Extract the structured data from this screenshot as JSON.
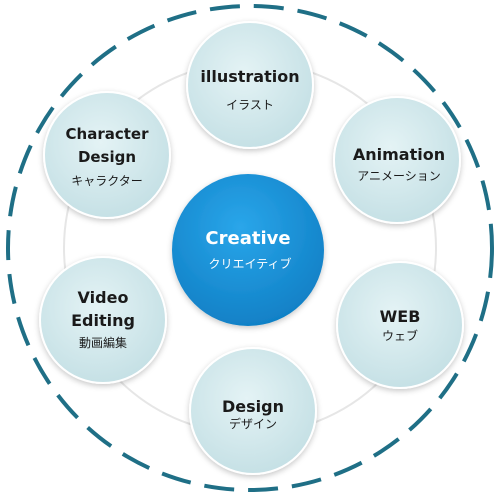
{
  "center": {
    "title": "Creative",
    "subtitle": "クリエイティブ"
  },
  "nodes": [
    {
      "id": "illustration",
      "lines": [
        "illustration"
      ],
      "subtitle": "イラスト"
    },
    {
      "id": "animation",
      "lines": [
        "Animation"
      ],
      "subtitle": "アニメーション"
    },
    {
      "id": "web",
      "lines": [
        "WEB"
      ],
      "subtitle": "ウェブ"
    },
    {
      "id": "design",
      "lines": [
        "Design"
      ],
      "subtitle": "デザイン"
    },
    {
      "id": "video-editing",
      "lines": [
        "Video",
        "Editing"
      ],
      "subtitle": "動画編集"
    },
    {
      "id": "character-design",
      "lines": [
        "Character",
        "Design"
      ],
      "subtitle": "キャラクター"
    }
  ],
  "colors": {
    "center_fill": "#1a8fd6",
    "node_fill": "#cfe7ea",
    "node_stroke": "#ffffff",
    "ring_line": "#e6e6e6",
    "dash_color": "#1f6f86"
  }
}
